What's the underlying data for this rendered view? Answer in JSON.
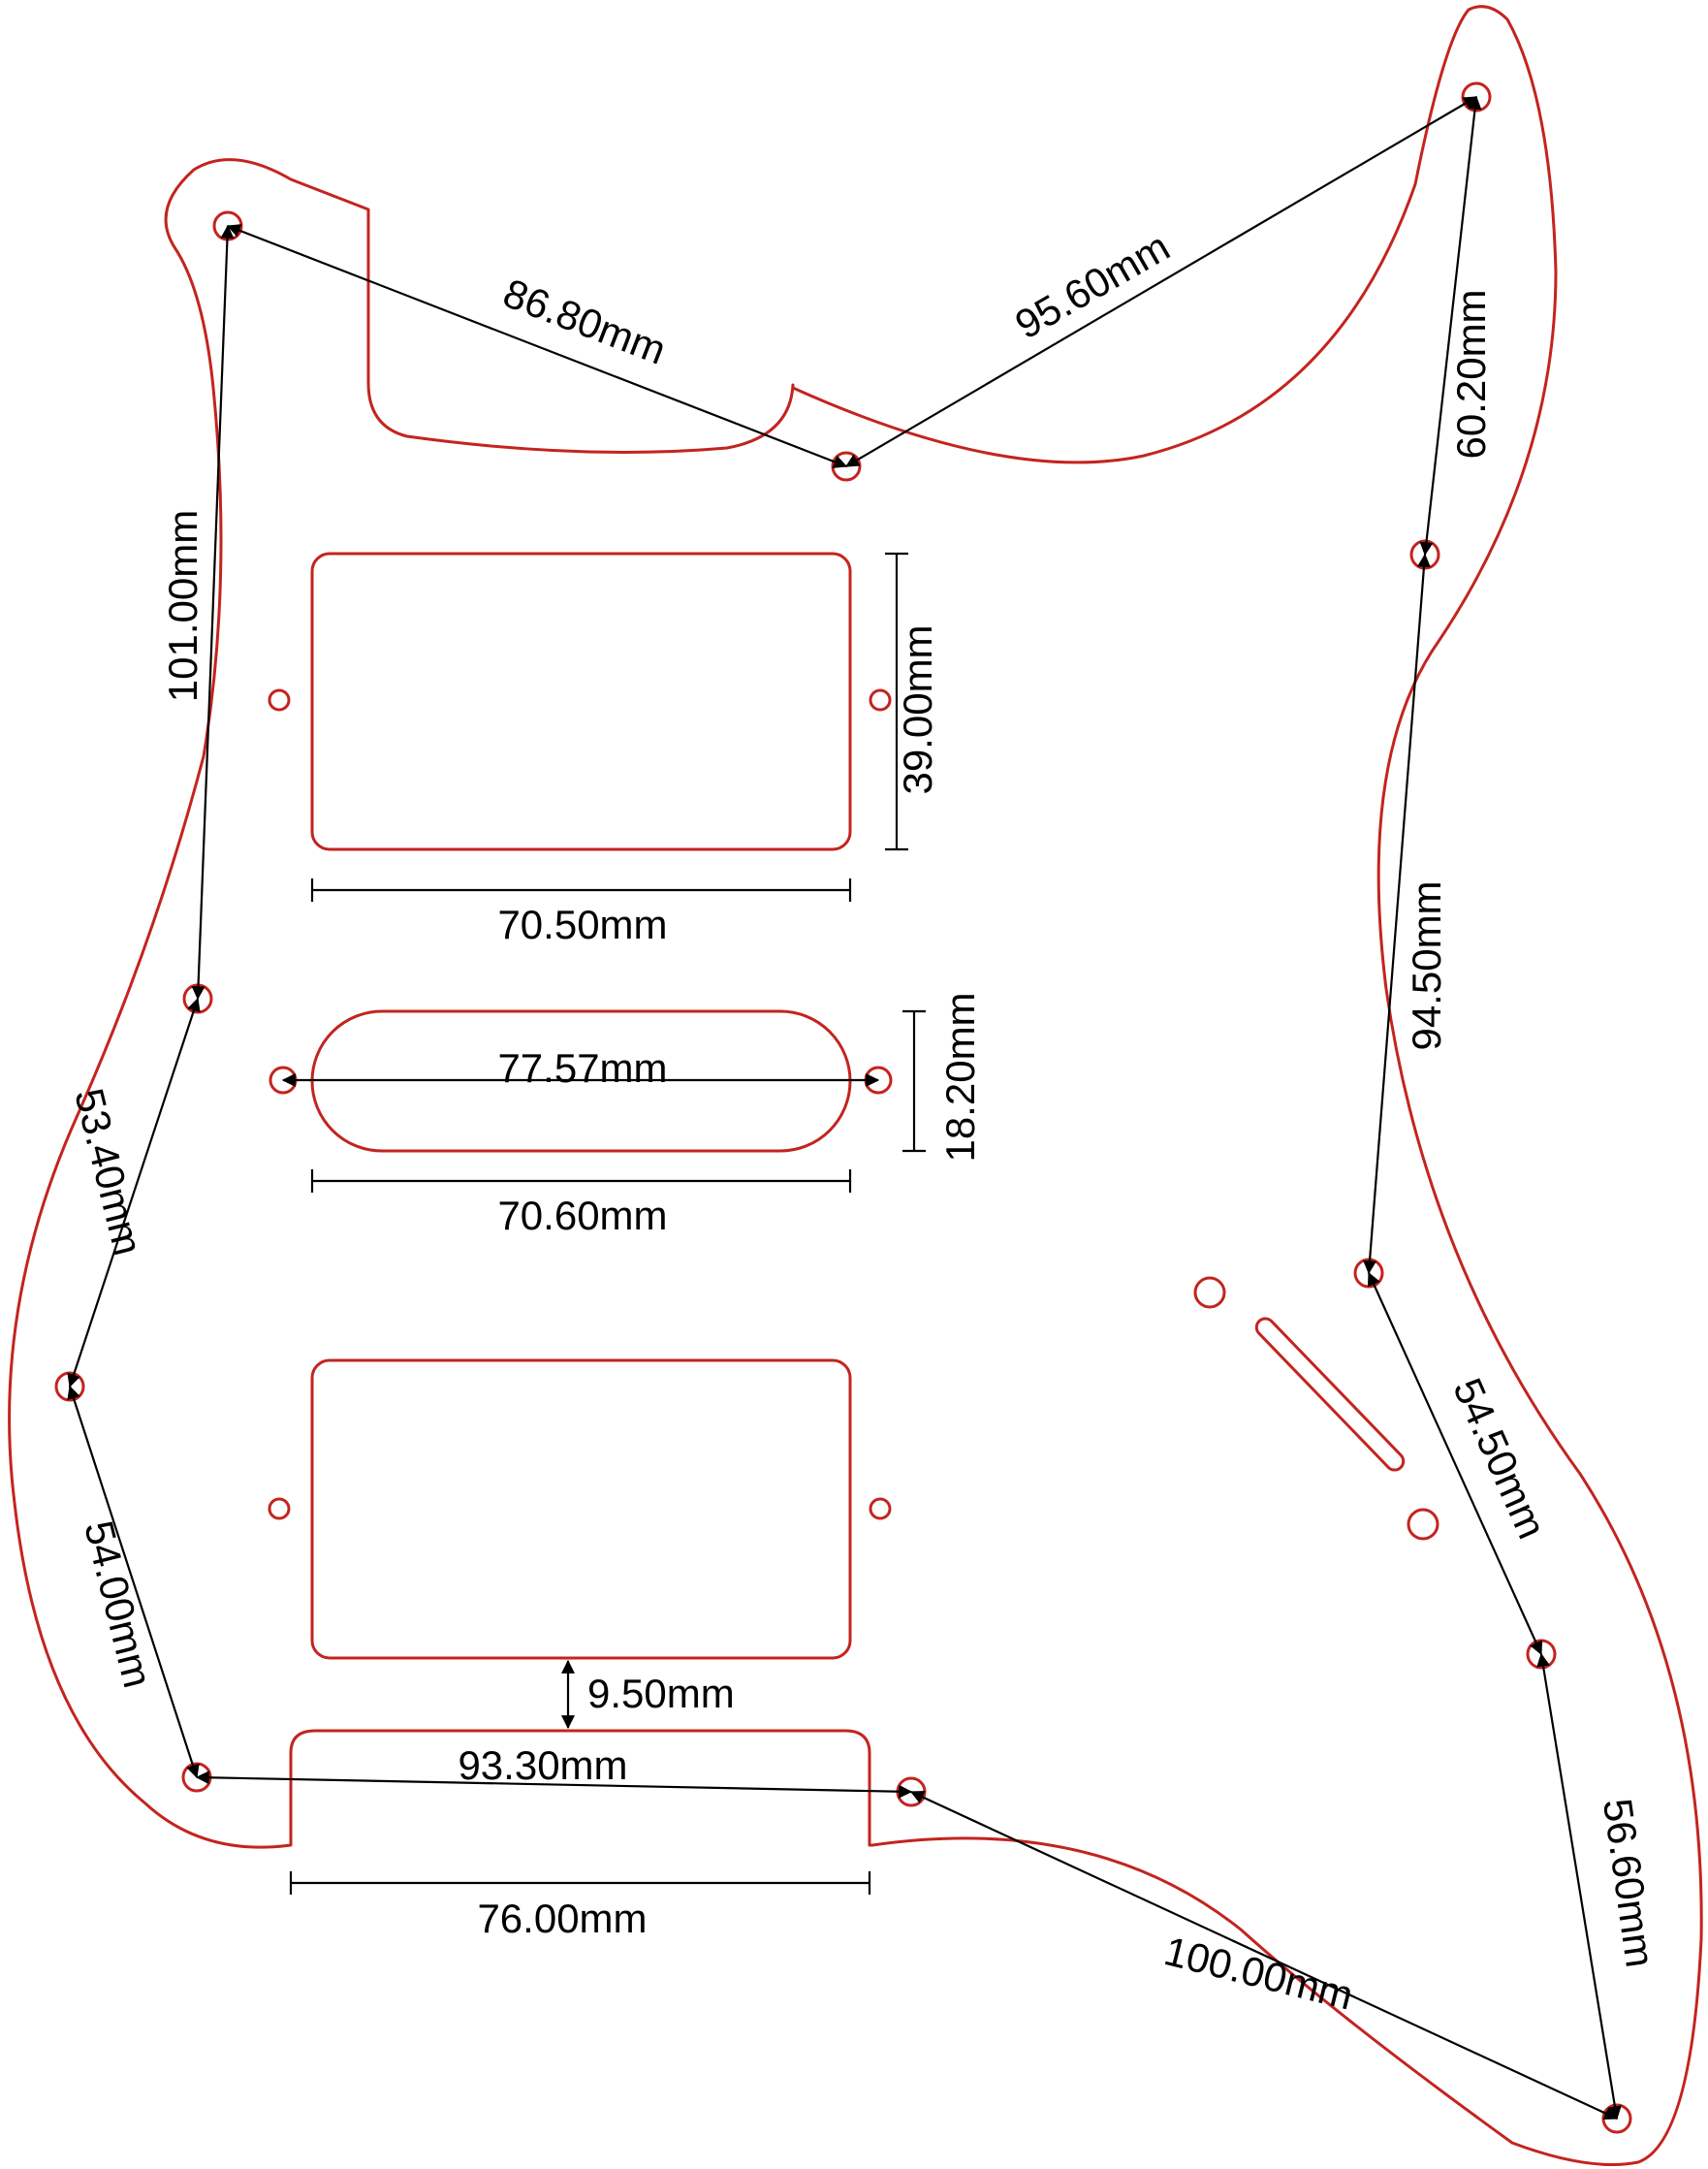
{
  "colors": {
    "outline": "#c3241f",
    "dimension": "#000000",
    "background": "#ffffff"
  },
  "labels": {
    "upper_left_diag": "86.80mm",
    "upper_right_diag": "95.60mm",
    "right_top_vertical": "60.20mm",
    "left_long_vertical": "101.00mm",
    "neck_pickup_height": "39.00mm",
    "neck_pickup_width": "70.50mm",
    "middle_pickup_hole_span": "77.57mm",
    "middle_pickup_height": "18.20mm",
    "middle_pickup_width": "70.60mm",
    "right_middle_vertical": "94.50mm",
    "left_mid_diag": "53.40mm",
    "right_lower_diag": "54.50mm",
    "left_lower_diag": "54.00mm",
    "pickup_gap": "9.50mm",
    "bottom_hole_span": "93.30mm",
    "bottom_cutout_width": "76.00mm",
    "right_bottom_diag": "56.60mm",
    "bottom_right_diag": "100.00mm"
  }
}
